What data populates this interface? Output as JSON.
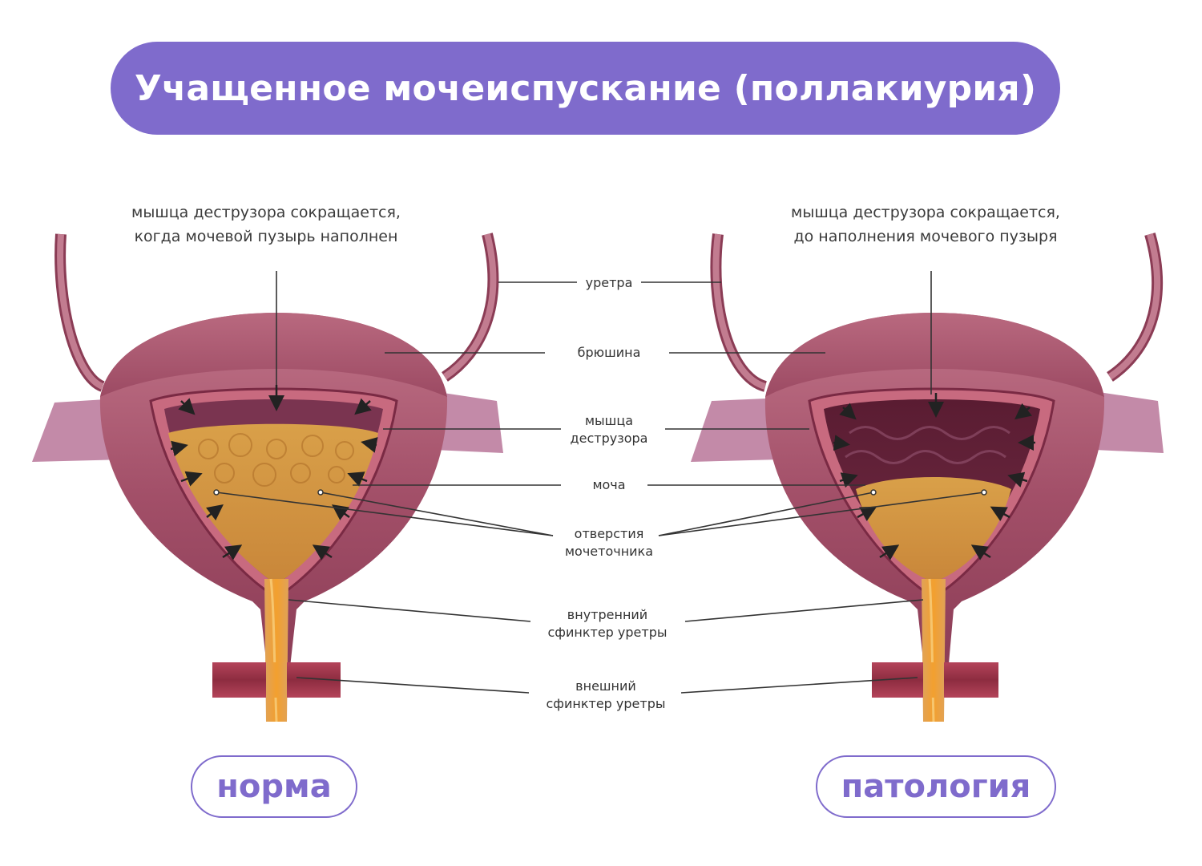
{
  "title": "Учащенное мочеиспускание (поллакиурия)",
  "left": {
    "caption_line1": "мышца деструзора сокращается,",
    "caption_line2": "когда мочевой пузырь наполнен",
    "badge": "норма"
  },
  "right": {
    "caption_line1": "мышца деструзора сокращается,",
    "caption_line2": "до наполнения мочевого пузыря",
    "badge": "патология"
  },
  "labels": {
    "urethra": "уретра",
    "peritoneum": "брюшина",
    "detrusor_line1": "мышца",
    "detrusor_line2": "деструзора",
    "urine": "моча",
    "ureter_openings_line1": "отверстия",
    "ureter_openings_line2": "мочеточника",
    "internal_sphincter_line1": "внутренний",
    "internal_sphincter_line2": "сфинктер уретры",
    "external_sphincter_line1": "внешний",
    "external_sphincter_line2": "сфинктер уретры"
  },
  "colors": {
    "accent": "#7f6bcc",
    "bladder_wall": "#9c4a63",
    "urine": "#d9a049",
    "dark_cavity": "#5e1f36"
  }
}
